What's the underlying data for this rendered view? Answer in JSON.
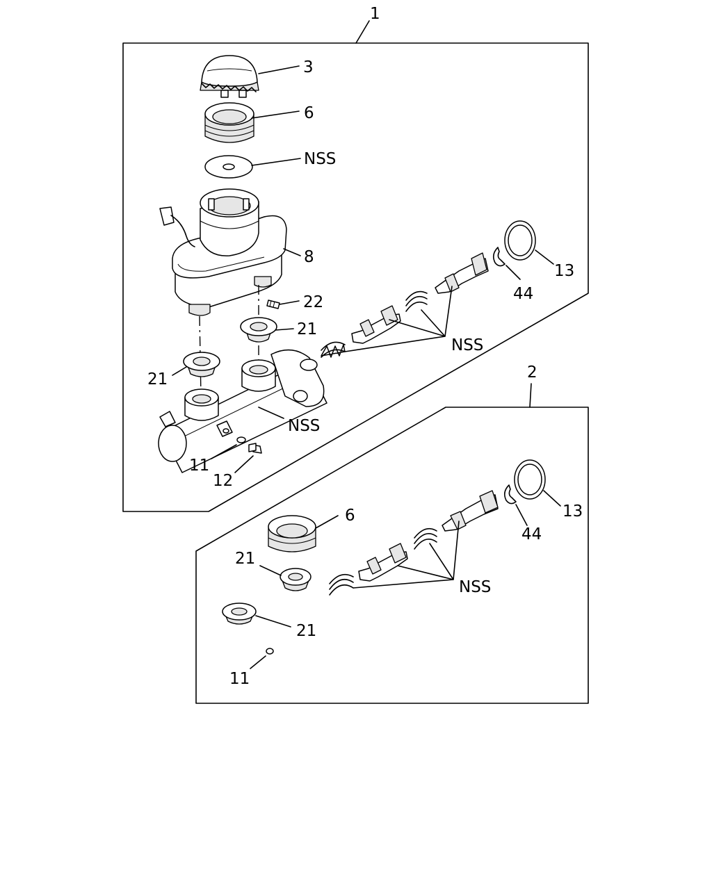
{
  "callouts": {
    "c1": "1",
    "c2": "2",
    "c3": "3",
    "c6_top": "6",
    "nss_gasket": "NSS",
    "c8": "8",
    "c13_top": "13",
    "c44_top": "44",
    "c22": "22",
    "c21_top_right": "21",
    "c21_top_left": "21",
    "nss_pistons_top": "NSS",
    "nss_body": "NSS",
    "c11_top": "11",
    "c12": "12",
    "c6_bottom": "6",
    "c13_bottom": "13",
    "c44_bottom": "44",
    "c21_bottom_upper": "21",
    "c21_bottom_lower": "21",
    "nss_pistons_bottom": "NSS",
    "c11_bottom": "11"
  }
}
